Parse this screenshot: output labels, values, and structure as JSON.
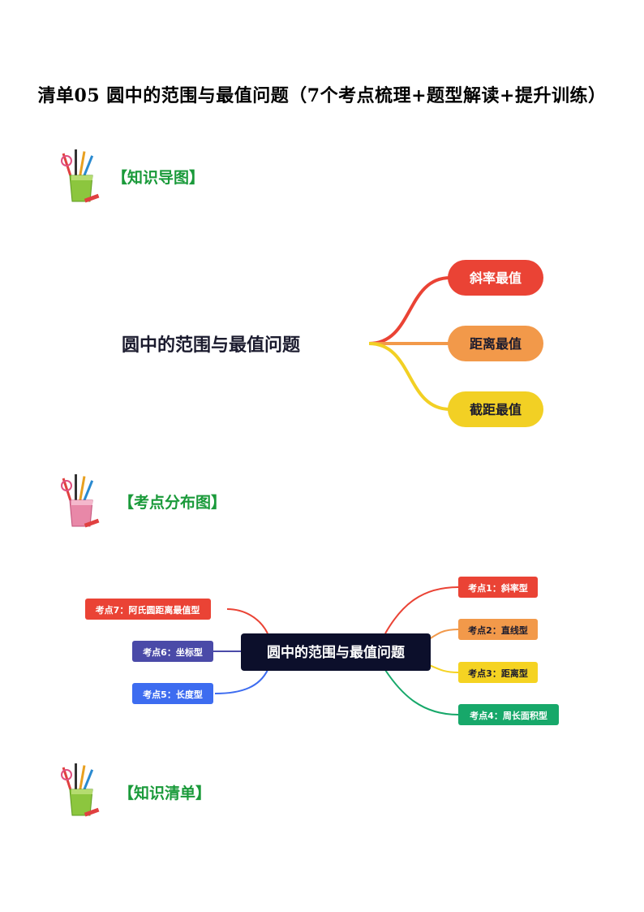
{
  "document": {
    "title": "清单05  圆中的范围与最值问题（7个考点梳理+题型解读+提升训练）"
  },
  "sections": {
    "knowledge_map": "【知识导图】",
    "point_distribution": "【考点分布图】",
    "knowledge_list": "【知识清单】"
  },
  "mindmap1": {
    "center": "圆中的范围与最值问题",
    "branches": [
      {
        "label": "斜率最值",
        "color": "#ea4335"
      },
      {
        "label": "距离最值",
        "color": "#f2994a"
      },
      {
        "label": "截距最值",
        "color": "#f2d024"
      }
    ]
  },
  "mindmap2": {
    "center": "圆中的范围与最值问题",
    "center_color": "#0c0f2b",
    "right_branches": [
      {
        "label": "考点1：斜率型",
        "color": "#ea4335"
      },
      {
        "label": "考点2：直线型",
        "color": "#f2994a"
      },
      {
        "label": "考点3：距离型",
        "color": "#f5d322"
      },
      {
        "label": "考点4：周长面积型",
        "color": "#17a86a"
      }
    ],
    "left_branches": [
      {
        "label": "考点7：阿氏圆距离最值型",
        "color": "#ea4335"
      },
      {
        "label": "考点6：坐标型",
        "color": "#4a4aa8"
      },
      {
        "label": "考点5：长度型",
        "color": "#3d6cf0"
      }
    ]
  }
}
